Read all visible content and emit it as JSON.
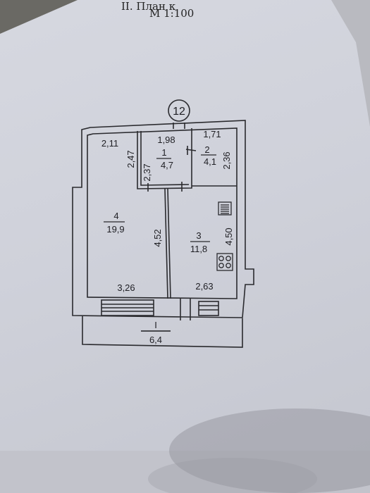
{
  "header": {
    "title": "II. План к",
    "scale": "М 1:100"
  },
  "plan": {
    "apartment_number": "12",
    "section_label": "I",
    "total_area": "6,4",
    "rooms": [
      {
        "number": "1",
        "area": "4,7"
      },
      {
        "number": "2",
        "area": "4,1"
      },
      {
        "number": "3",
        "area": "11,8"
      },
      {
        "number": "4",
        "area": "19,9"
      }
    ],
    "dimensions": {
      "d_1_98": "1,98",
      "d_1_71": "1,71",
      "d_2_11": "2,11",
      "d_2_47": "2,47",
      "d_2_37": "2,37",
      "d_2_36": "2,36",
      "d_4_52": "4,52",
      "d_4_50": "4,50",
      "d_3_26": "3,26",
      "d_2_63": "2,63"
    }
  },
  "colors": {
    "line": "#2a2a2e",
    "paper": "#d3d5dd"
  }
}
